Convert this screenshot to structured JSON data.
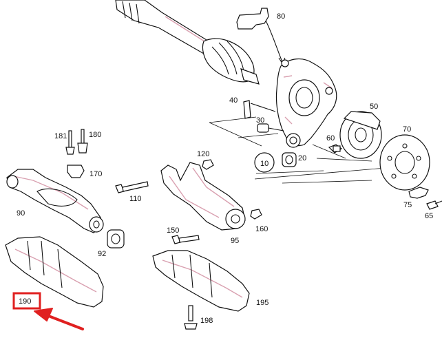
{
  "diagram": {
    "part_numbers": {
      "p10": "10",
      "p20": "20",
      "p30": "30",
      "p40": "40",
      "p50": "50",
      "p60": "60",
      "p65": "65",
      "p70": "70",
      "p75": "75",
      "p80": "80",
      "p90": "90",
      "p92": "92",
      "p95": "95",
      "p110": "110",
      "p120": "120",
      "p150": "150",
      "p160": "160",
      "p170": "170",
      "p180": "180",
      "p181": "181",
      "p190": "190",
      "p195": "195",
      "p198": "198"
    },
    "colors": {
      "highlight_box": "#e02020",
      "pointer_arrow": "#e02020",
      "line_ink": "#111111",
      "tint": "#d9a0b0"
    },
    "highlighted_part": "190"
  }
}
